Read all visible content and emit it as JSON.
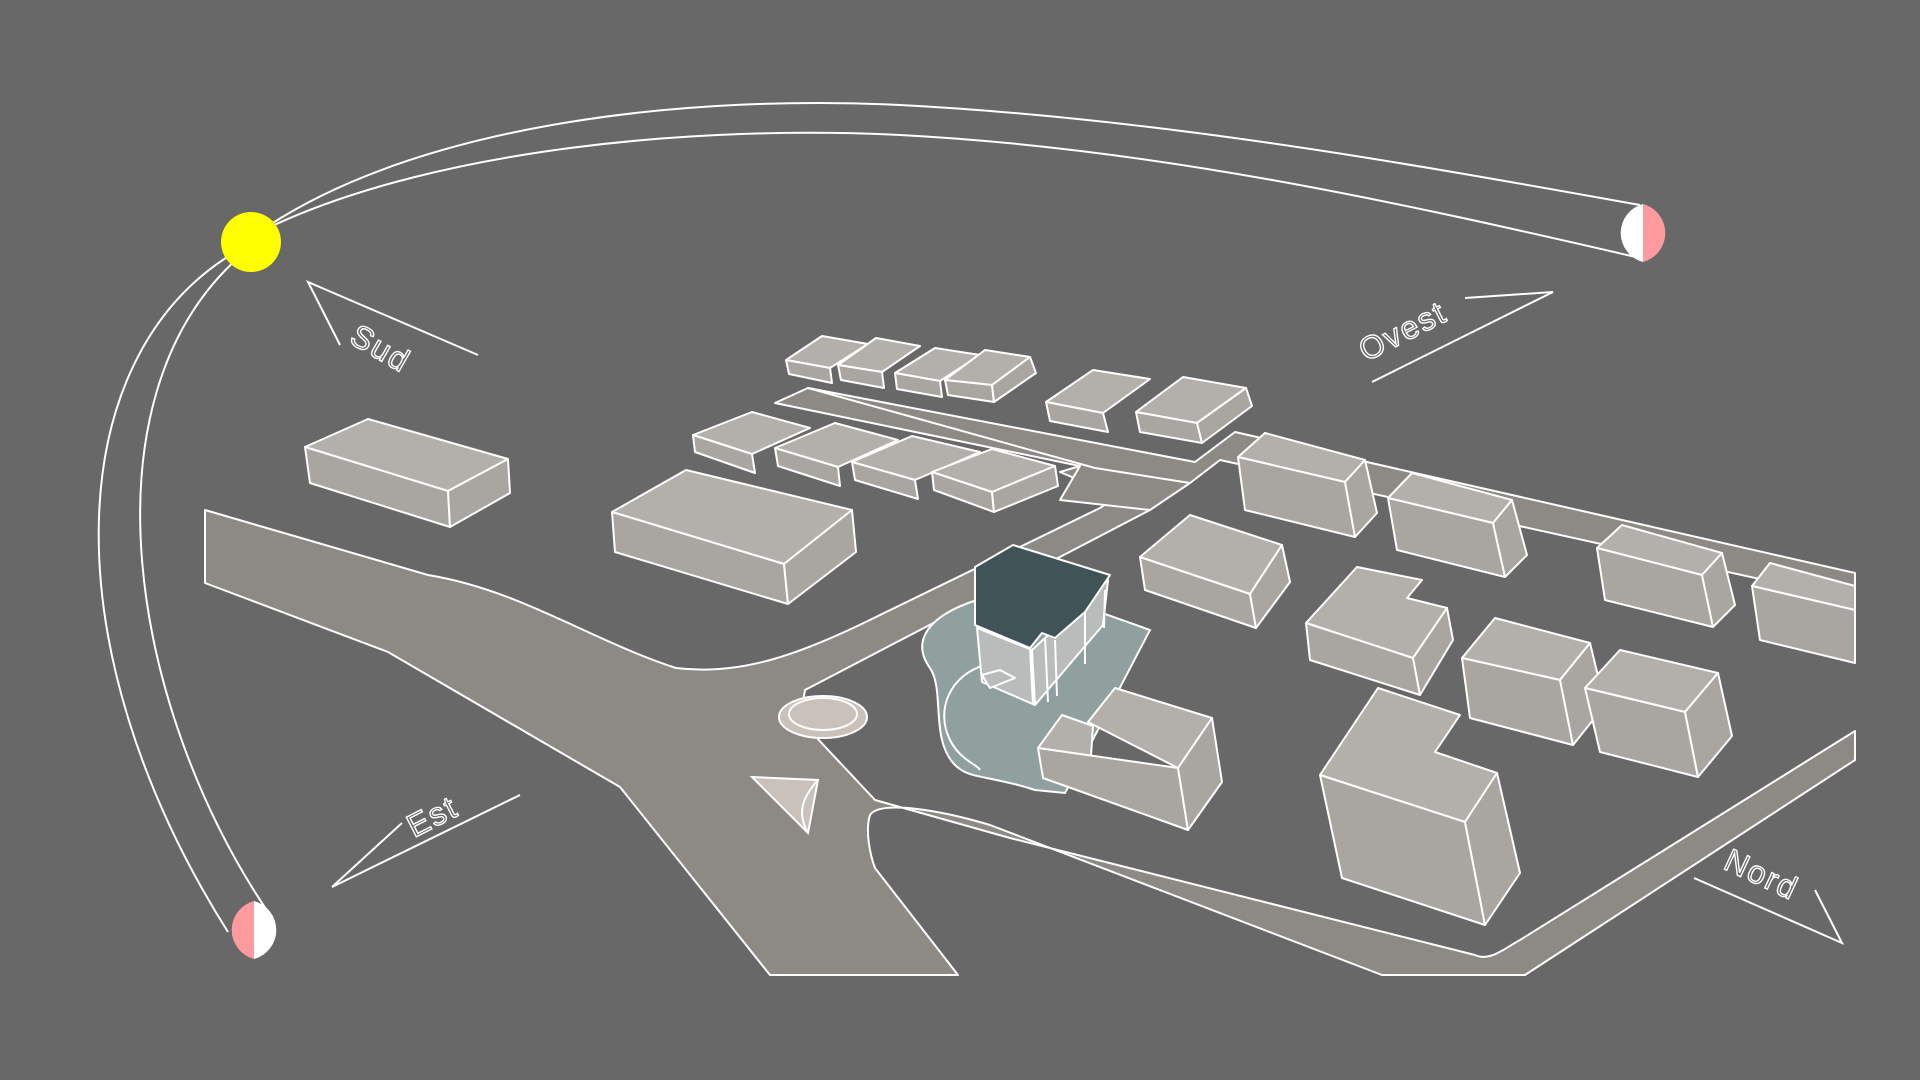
{
  "colors": {
    "background": "#686868",
    "road": "#8d8a86",
    "building_top": "#b3afab",
    "building_side": "#a9a5a1",
    "line": "#ffffff",
    "plot": "#8fa09f",
    "highlight_roof": "#405457",
    "highlight_wall": "#b8bdbb",
    "sun_noon": "#ffff00",
    "sun_rise_set": "#ff9a9e",
    "sun_white": "#ffffff",
    "fountain": "#c9c1ba"
  },
  "directions": {
    "south": "Sud",
    "west": "Ovest",
    "east": "Est",
    "north": "Nord"
  },
  "icons": {
    "sun_noon": "full-sun-icon",
    "sun_west": "half-sun-sunset-icon",
    "sun_east": "half-sun-sunrise-icon"
  }
}
